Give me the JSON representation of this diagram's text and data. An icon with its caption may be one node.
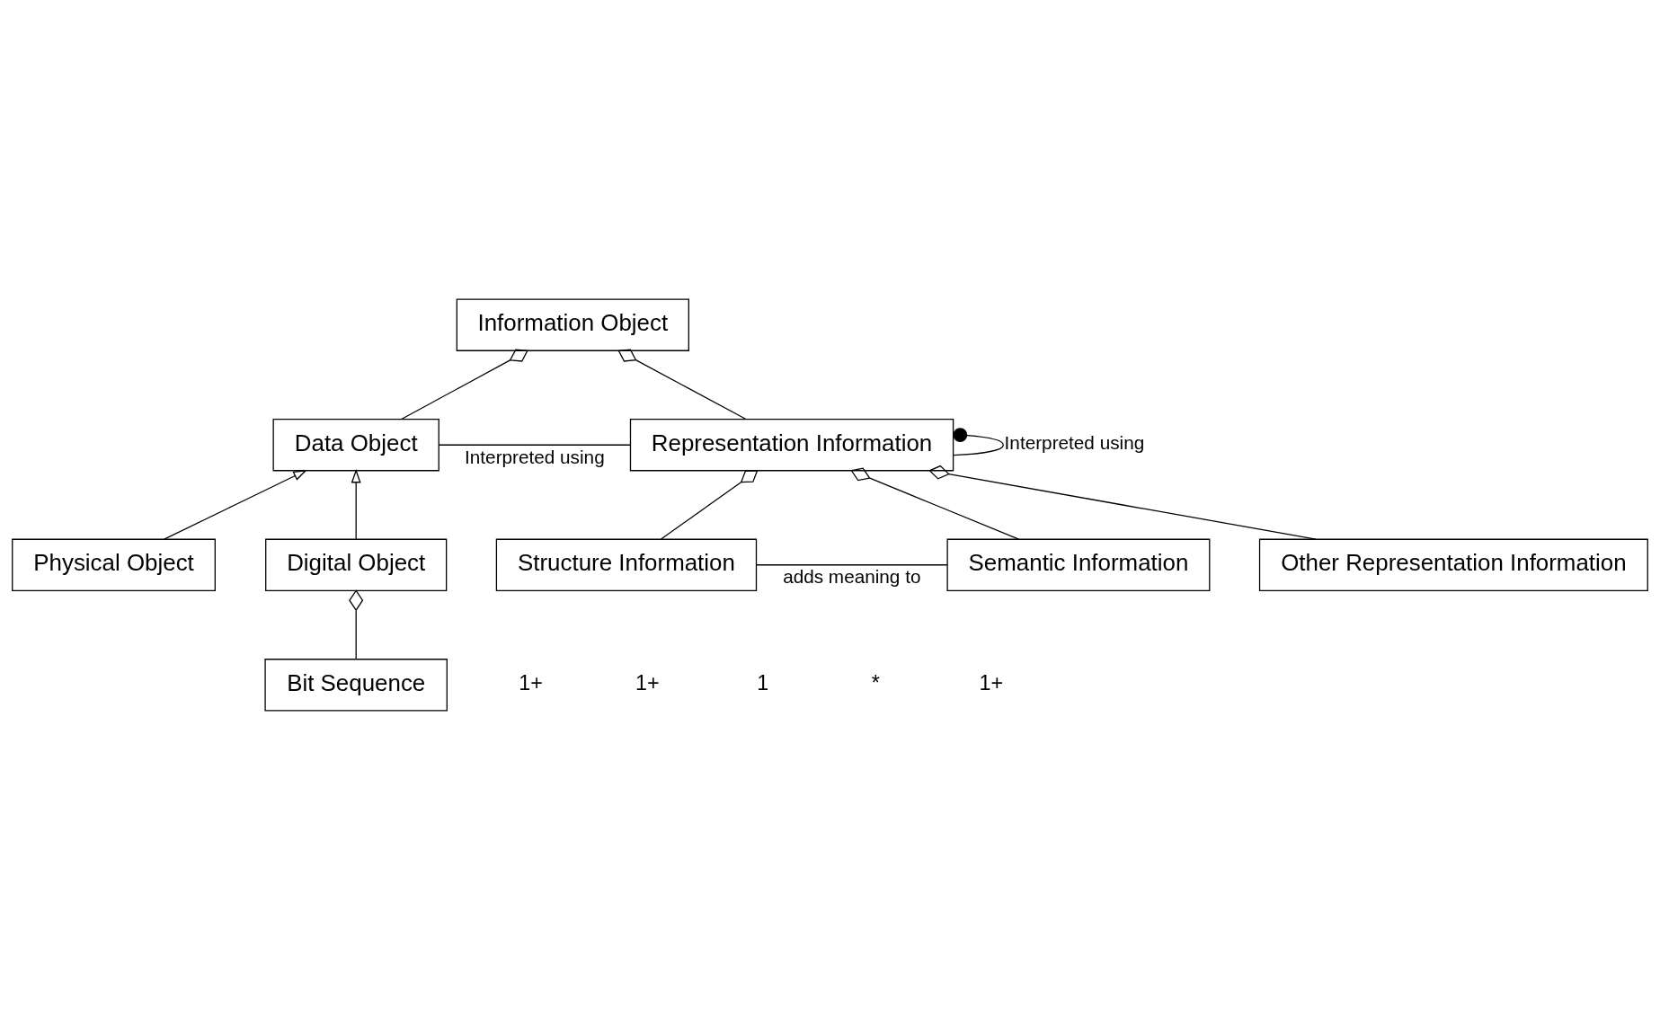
{
  "diagram": {
    "nodes": [
      {
        "text": [
          "Information Object"
        ]
      },
      {
        "text": [
          "Data Object"
        ]
      },
      {
        "text": [
          "Representation Information"
        ]
      },
      {
        "text": [
          "Physical Object"
        ]
      },
      {
        "text": [
          "Digital Object"
        ]
      },
      {
        "text": [
          "Bit Sequence"
        ]
      },
      {
        "text": [
          "Structure Information"
        ]
      },
      {
        "text": [
          "Semantic Information"
        ]
      },
      {
        "text": [
          "Other Representation Information"
        ]
      }
    ],
    "edges": [
      {
        "from": 1,
        "to": 0,
        "arrow": "other"
      },
      {
        "from": 2,
        "to": 0,
        "arrow": "other"
      },
      {
        "from": 1,
        "to": 2,
        "arrow": "none",
        "label": "Interpreted using"
      },
      {
        "from": 2,
        "to": 2,
        "arrow": "other",
        "label": "Interpreted using"
      },
      {
        "from": 3,
        "to": 1,
        "arrow": "to"
      },
      {
        "from": 4,
        "to": 1,
        "arrow": "to"
      },
      {
        "from": 5,
        "to": 4,
        "arrow": "other"
      },
      {
        "from": 6,
        "to": 2,
        "arrow": "other"
      },
      {
        "from": 7,
        "to": 2,
        "arrow": "other"
      },
      {
        "from": 8,
        "to": 2,
        "arrow": "other"
      },
      {
        "from": 7,
        "to": 6,
        "arrow": "none",
        "label": "adds meaning to"
      }
    ],
    "labels": [
      "1+",
      "1+",
      "1",
      "*",
      "1+"
    ]
  }
}
